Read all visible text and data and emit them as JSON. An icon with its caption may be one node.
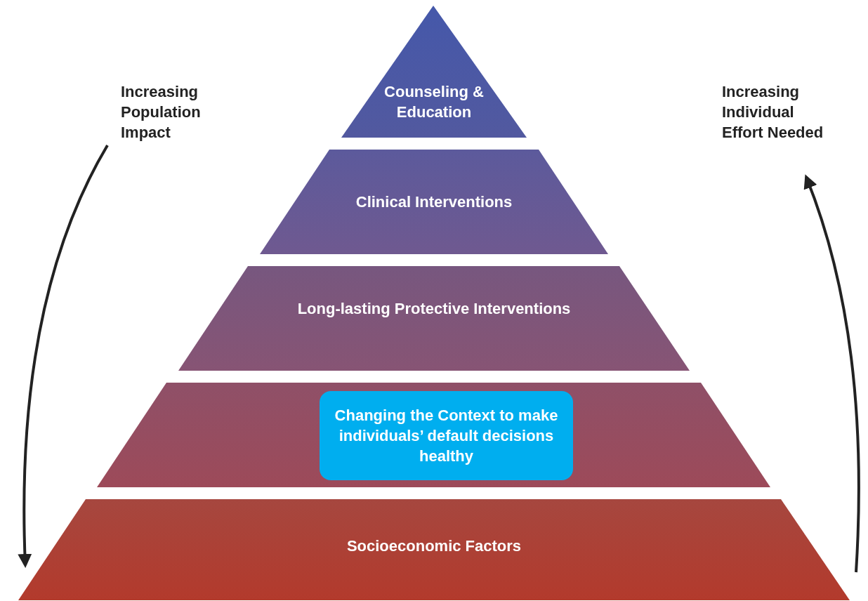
{
  "diagram": {
    "nodes": [
      {
        "text": [
          "Counseling & Education"
        ]
      },
      {
        "text": [
          "Clinical Interventions"
        ]
      },
      {
        "text": [
          "Long-lasting Protective Interventions"
        ]
      },
      {
        "text": [],
        "shape": "trapezoid"
      },
      {
        "text": [
          "Changing the Context to make individuals’ default decisions healthy"
        ],
        "in": 3
      },
      {
        "text": [
          "Socioeconomic Factors"
        ]
      }
    ],
    "edges": [],
    "labels": [
      "Increasing Population Impact",
      "Increasing Individual Effort Needed"
    ]
  }
}
